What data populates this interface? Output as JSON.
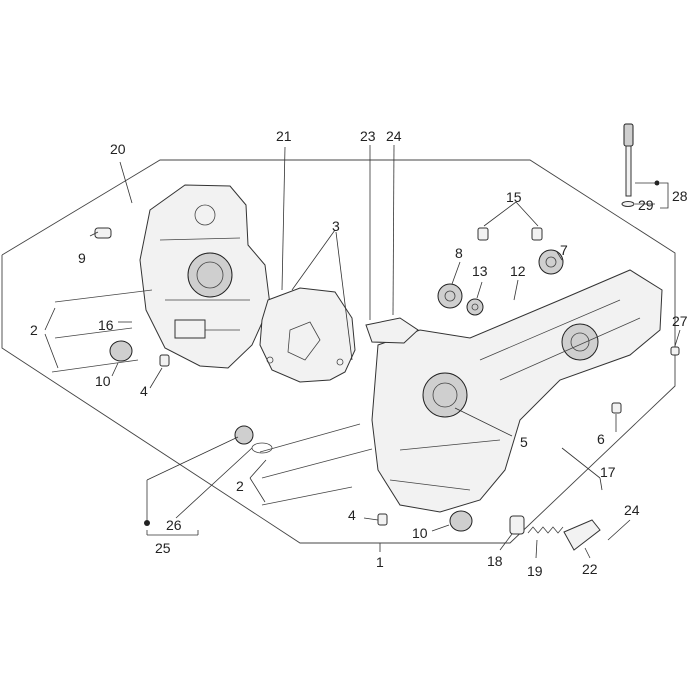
{
  "callouts": {
    "c1": "1",
    "c2a": "2",
    "c2b": "2",
    "c3": "3",
    "c4a": "4",
    "c4b": "4",
    "c5": "5",
    "c6": "6",
    "c7": "7",
    "c8": "8",
    "c9": "9",
    "c10a": "10",
    "c10b": "10",
    "c12": "12",
    "c13": "13",
    "c15": "15",
    "c16": "16",
    "c17": "17",
    "c18": "18",
    "c19": "19",
    "c20": "20",
    "c21": "21",
    "c22": "22",
    "c23": "23",
    "c24a": "24",
    "c24b": "24",
    "c25": "25",
    "c26": "26",
    "c27": "27",
    "c28": "28",
    "c29": "29"
  },
  "colors": {
    "ink": "#333333",
    "paper": "#ffffff"
  }
}
